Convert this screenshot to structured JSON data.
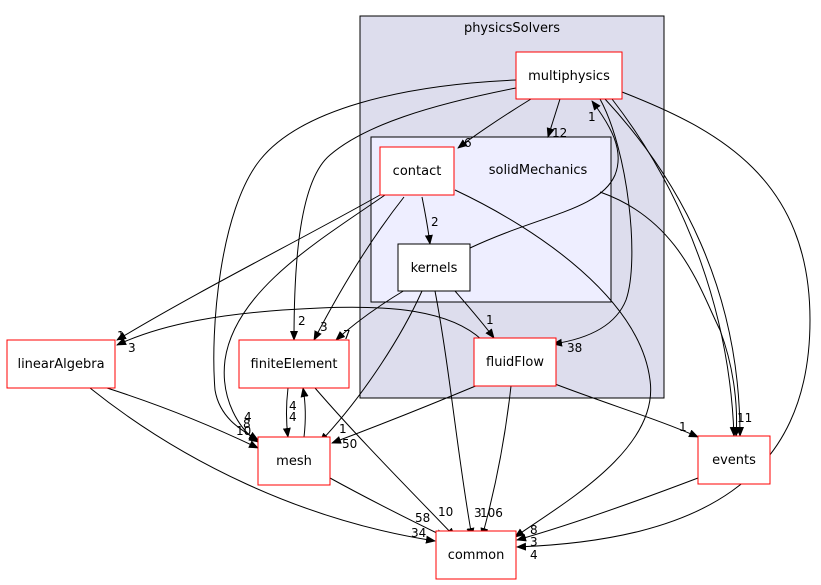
{
  "clusters": {
    "physicsSolvers": "physicsSolvers",
    "solidMechanics": "solidMechanics"
  },
  "nodes": {
    "multiphysics": "multiphysics",
    "contact": "contact",
    "kernels": "kernels",
    "fluidFlow": "fluidFlow",
    "linearAlgebra": "linearAlgebra",
    "finiteElement": "finiteElement",
    "mesh": "mesh",
    "events": "events",
    "common": "common"
  },
  "edge_labels": {
    "multiphysics_contact": "6",
    "multiphysics_solidMechanics": "12",
    "kernels_multiphysics": "1",
    "multiphysics_fluidFlow": "38",
    "multiphysics_events": "11",
    "contact_kernels": "2",
    "contact_linearAlgebra": "1",
    "contact_finiteElement": "3",
    "contact_mesh": "8",
    "kernels_fluidFlow": "1",
    "kernels_finiteElement": "7",
    "kernels_common": "3",
    "fluidFlow_linearAlgebra": "3",
    "multiphysics_finiteElement": "2",
    "multiphysics_mesh": "4",
    "kernels_mesh": "1",
    "finiteElement_mesh": "4",
    "mesh_finiteElement": "4",
    "fluidFlow_mesh": "50",
    "linearAlgebra_mesh": "10",
    "fluidFlow_events": "1",
    "fluidFlow_common": "106",
    "finiteElement_common": "10",
    "mesh_common": "58",
    "linearAlgebra_common": "34",
    "events_common": "3",
    "solidMechanics_common": "8",
    "multiphysics_common": "4"
  },
  "colors": {
    "outer_cluster_fill": "#dddded",
    "inner_cluster_fill": "#eeeeff",
    "red_border": "#ff0000",
    "black_border": "#000000"
  }
}
